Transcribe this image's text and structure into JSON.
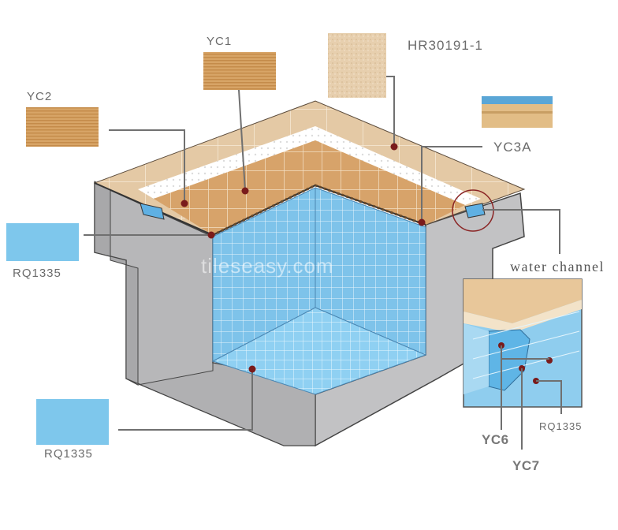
{
  "labels": {
    "yc1": "YC1",
    "yc2": "YC2",
    "hr": "HR30191-1",
    "yc3a": "YC3A",
    "rq_left": "RQ1335",
    "rq_bottom": "RQ1335",
    "water_channel": "water channel",
    "yc6": "YC6",
    "yc7": "YC7",
    "rq_inset": "RQ1335"
  },
  "watermark": "tileseasy.com",
  "colors": {
    "wood_tile": "#d9a56c",
    "beige_tile": "#e6cba8",
    "pool_blue": "#7ec3ea",
    "concrete": "#b3b3b5",
    "marker": "#7a1b1b",
    "leader": "#707070"
  }
}
